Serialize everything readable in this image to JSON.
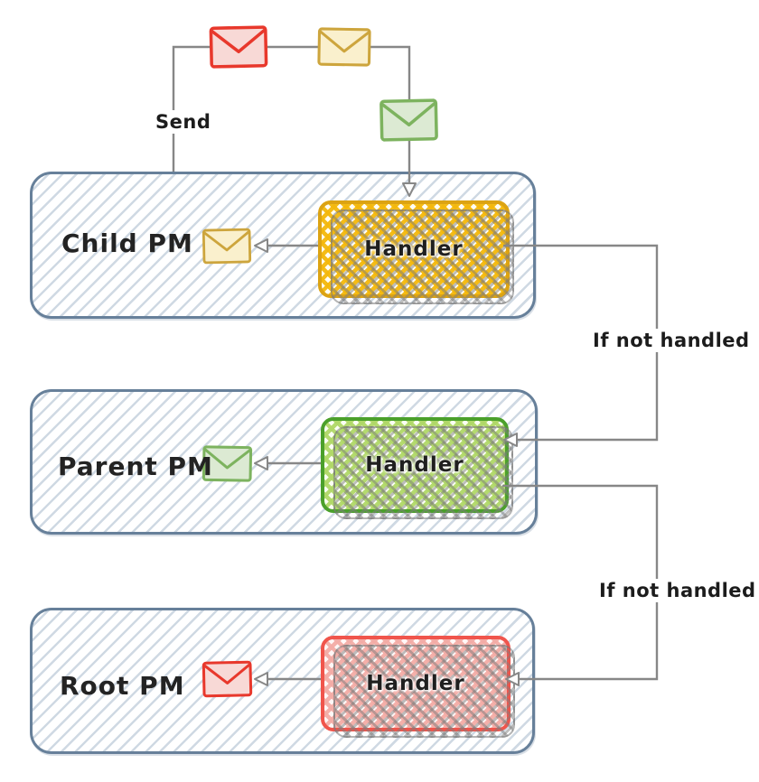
{
  "diagram": {
    "type": "message-bubbling-flow",
    "wire_labels": {
      "send": "Send",
      "if_not_handled_1": "If not handled",
      "if_not_handled_2": "If not handled"
    },
    "groups": [
      {
        "label": "Child PM",
        "handler_label": "Handler",
        "accent": "yellow",
        "handler_stroke": "#dca313",
        "handler_fill": "#f4b80c",
        "envelope_stroke": "#cda53d",
        "envelope_fill": "#faf0cd"
      },
      {
        "label": "Parent PM",
        "handler_label": "Handler",
        "accent": "green",
        "handler_stroke": "#4ba02b",
        "handler_fill": "#b0d868",
        "envelope_stroke": "#7db35f",
        "envelope_fill": "#dcead3"
      },
      {
        "label": "Root PM",
        "handler_label": "Handler",
        "accent": "red",
        "handler_stroke": "#f0554c",
        "handler_fill": "#f3aca6",
        "envelope_stroke": "#e8382c",
        "envelope_fill": "#f8d9d6"
      }
    ],
    "send_queue_envelopes": [
      "red",
      "yellow",
      "green"
    ],
    "colors": {
      "pm_box_stroke": "#67809a",
      "pm_box_hatch": "#cfd9e3",
      "wire": "#878787",
      "text": "#1c1c1c",
      "background": "#ffffff"
    }
  }
}
